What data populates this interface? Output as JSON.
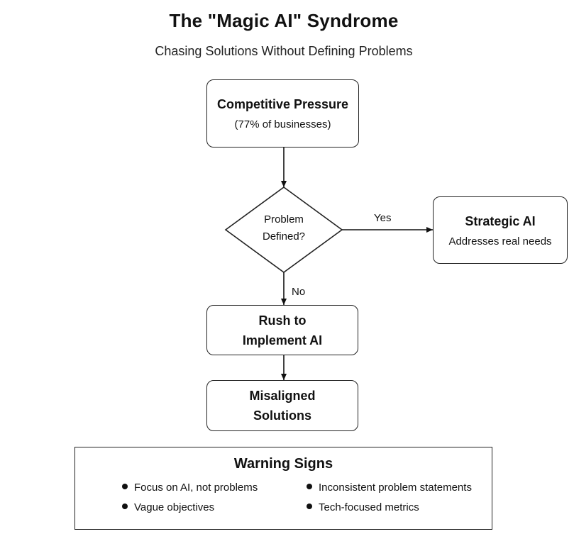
{
  "title": "The \"Magic AI\" Syndrome",
  "subtitle": "Chasing Solutions Without Defining Problems",
  "nodes": {
    "competitive": {
      "label": "Competitive Pressure",
      "detail": "(77% of businesses)"
    },
    "decision": {
      "line1": "Problem",
      "line2": "Defined?"
    },
    "strategic": {
      "label": "Strategic AI",
      "detail": "Addresses real needs"
    },
    "rush": {
      "line1": "Rush to",
      "line2": "Implement AI"
    },
    "misaligned": {
      "line1": "Misaligned",
      "line2": "Solutions"
    }
  },
  "edges": {
    "yes": "Yes",
    "no": "No"
  },
  "warning": {
    "title": "Warning Signs",
    "signs": [
      "Focus on AI, not problems",
      "Inconsistent problem statements",
      "Vague objectives",
      "Tech-focused metrics"
    ]
  }
}
